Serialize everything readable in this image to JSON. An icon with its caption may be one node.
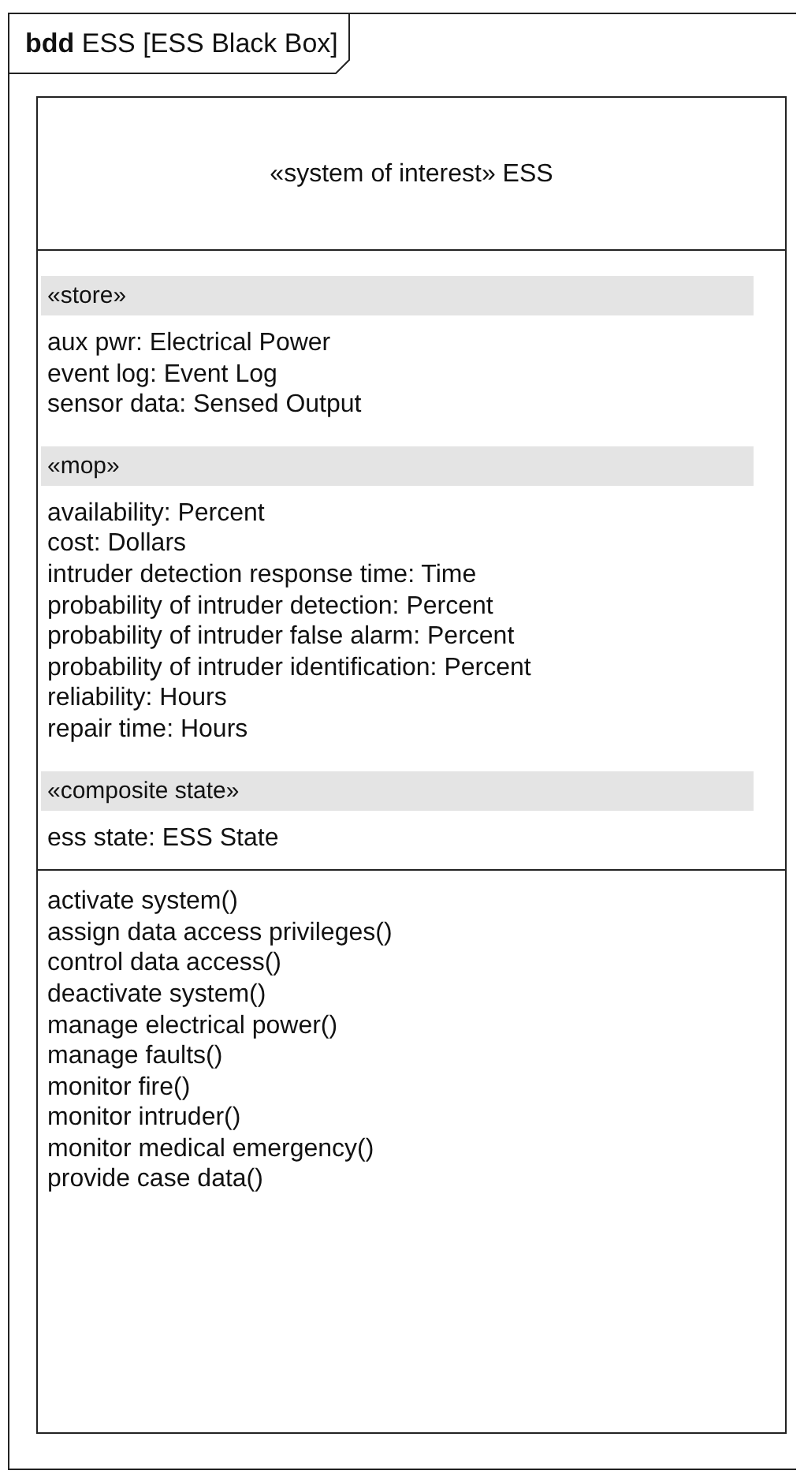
{
  "diagram": {
    "nodes": [
      {
        "text": [
          "**bdd** ESS [ESS Black Box]"
        ]
      },
      {
        "text": [
          "«system of interest» ESS"
        ],
        "in": 0
      },
      {
        "text": [
          "«store»"
        ],
        "in": 1,
        "beside": [
          "aux pwr:  Electrical Power",
          "event log:  Event Log",
          "sensor data:  Sensed Output"
        ]
      },
      {
        "text": [
          "«mop»"
        ],
        "in": 1,
        "beside": [
          "availability: Percent",
          "cost: Dollars",
          "intruder detection response time: Time",
          "probability of intruder detection: Percent",
          "probability of intruder false alarm: Percent",
          "probability of intruder identification: Percent",
          "reliability: Hours",
          "repair time: Hours"
        ]
      },
      {
        "text": [
          "«composite state»"
        ],
        "in": 1,
        "beside": [
          "ess state: ESS State"
        ]
      },
      {
        "text": [
          "activate system()",
          "assign data access privileges()",
          "control data access()",
          "deactivate system()",
          "manage electrical power()",
          "manage faults()",
          "monitor fire()",
          "monitor intruder()",
          "monitor medical emergency()",
          "provide case data()"
        ],
        "in": 1
      }
    ]
  }
}
